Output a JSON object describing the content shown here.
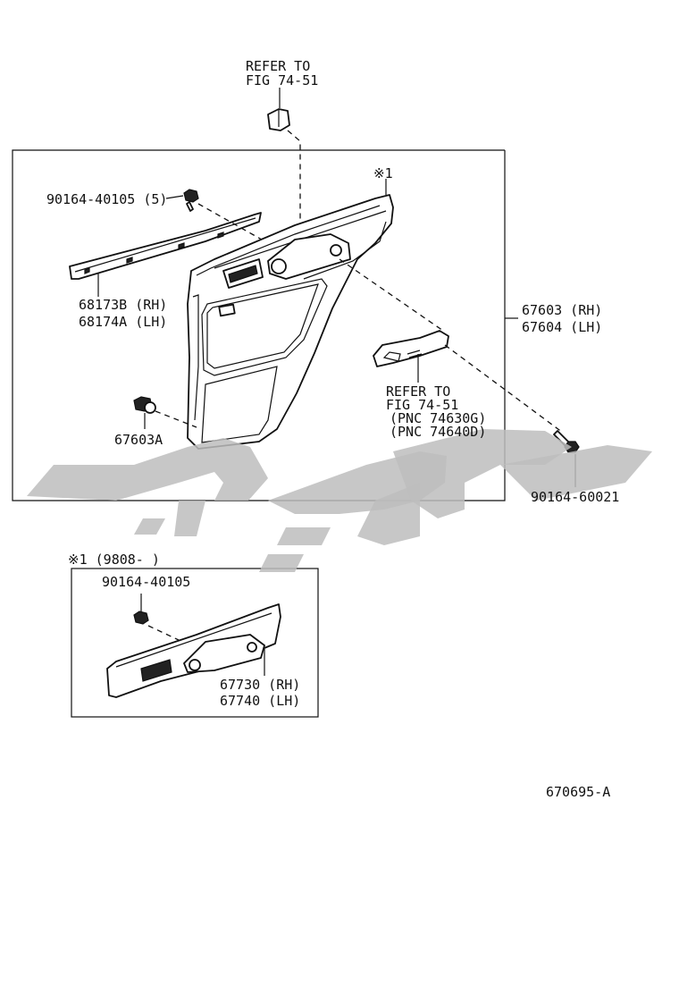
{
  "diagram_code": "670695-A",
  "labels": {
    "refer_top": [
      "REFER TO",
      "FIG 74-51"
    ],
    "mark_main": "※1",
    "bolt_main": "90164-40105 (5)",
    "weatherstrip": [
      "68173B (RH)",
      "68174A (LH)"
    ],
    "clip": "67603A",
    "door_panel": [
      "67603 (RH)",
      "67604 (LH)"
    ],
    "refer_handle": [
      "REFER TO",
      "FIG 74-51",
      "(PNC 74630G)",
      "(PNC 74640D)"
    ],
    "screw": "90164-60021",
    "inset_title": "※1 (9808-     )",
    "inset_bolt": "90164-40105",
    "inset_part": [
      "67730 (RH)",
      "67740 (LH)"
    ]
  },
  "colors": {
    "line": "#111111",
    "watermark": "#bdbdbd",
    "background": "#ffffff"
  }
}
